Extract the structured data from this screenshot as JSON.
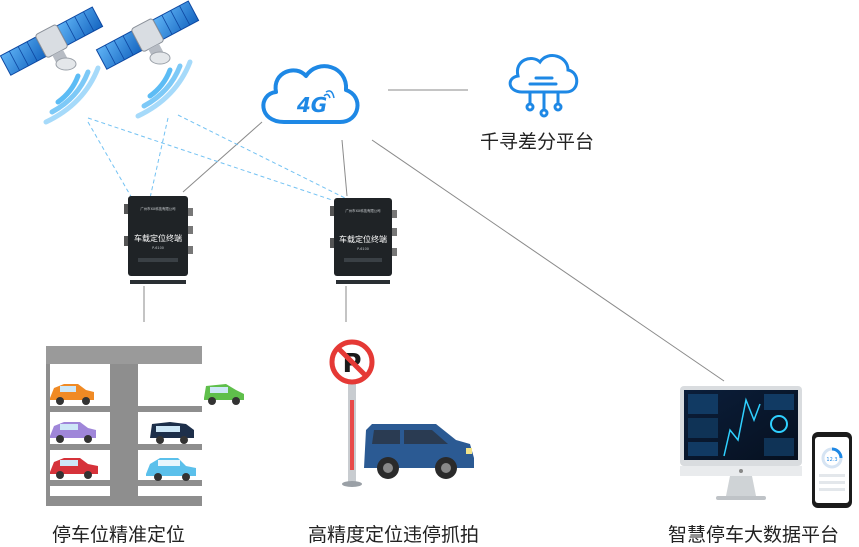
{
  "labels": {
    "qianxun_platform": "千寻差分平台",
    "parking_precise": "停车位精准定位",
    "violation_capture": "高精度定位违停抓拍",
    "smart_platform": "智慧停车大数据平台"
  },
  "cloud_4g": {
    "text": "4G"
  },
  "terminal": {
    "name": "车载定位终端",
    "company": "广州市XX科技有限公司",
    "model": "P-6100"
  },
  "phone": {
    "value": "12.3"
  },
  "colors": {
    "accent_blue": "#1e88e5",
    "signal_blue": "#49b6f4",
    "device_dark": "#1f2326",
    "garage_gray": "#8e8e8e",
    "van_blue": "#2b5a93",
    "sign_red": "#e53935",
    "line_gray": "#888888"
  },
  "icons": [
    "satellite-icon",
    "cloud-4g-icon",
    "cloud-network-icon",
    "terminal-device-icon",
    "parking-garage-icon",
    "no-parking-sign-icon",
    "van-icon",
    "monitor-icon",
    "phone-icon"
  ]
}
